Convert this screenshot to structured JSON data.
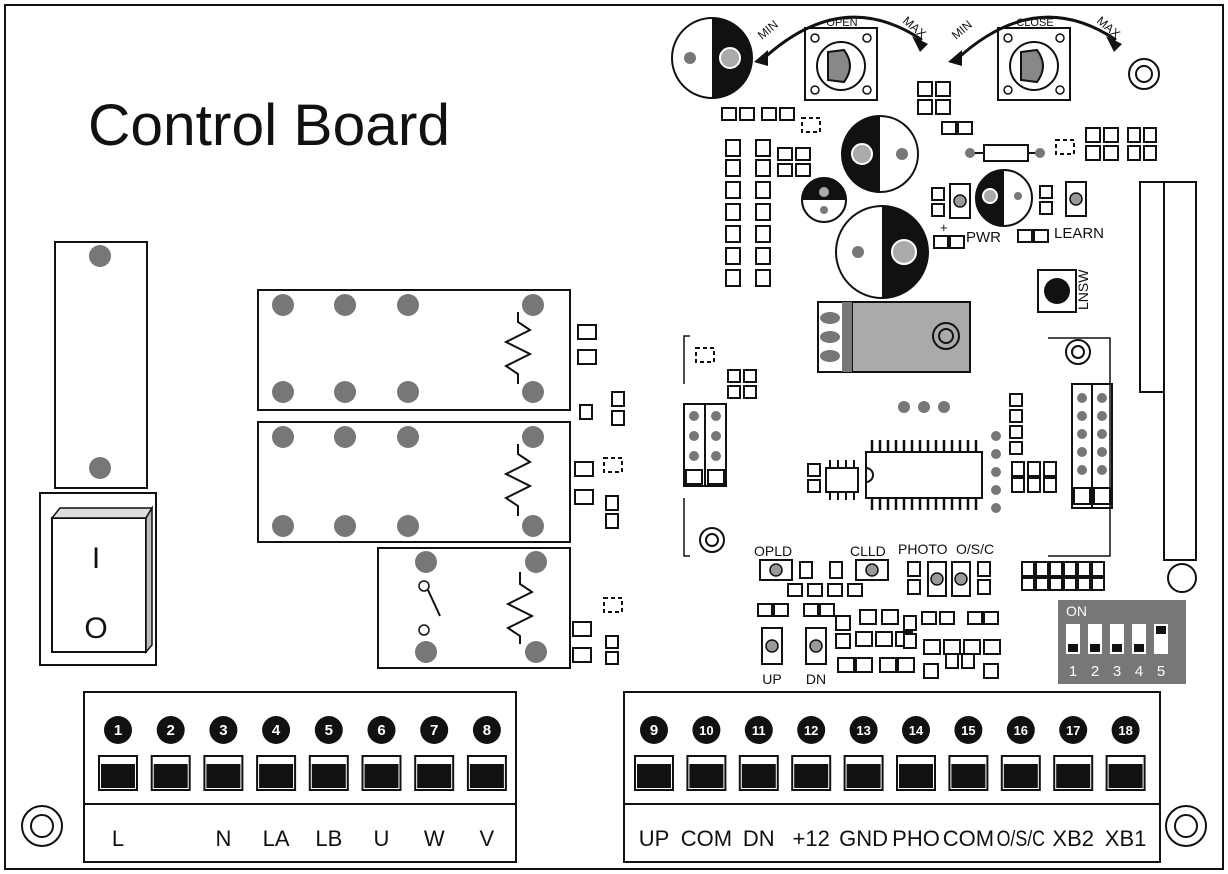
{
  "title": "Control Board",
  "switch": {
    "on_label": "I",
    "off_label": "O"
  },
  "pots": [
    {
      "label": "OPEN",
      "min": "MIN",
      "max": "MAX"
    },
    {
      "label": "CLOSE",
      "min": "MIN",
      "max": "MAX"
    }
  ],
  "labels": {
    "pwr": "PWR",
    "learn": "LEARN",
    "lnsw": "LNSW",
    "opld": "OPLD",
    "clld": "CLLD",
    "photo": "PHOTO",
    "osc": "O/S/C",
    "up": "UP",
    "dn": "DN"
  },
  "dip_switch": {
    "label": "ON",
    "switches": [
      {
        "number": "1",
        "on": false
      },
      {
        "number": "2",
        "on": false
      },
      {
        "number": "3",
        "on": false
      },
      {
        "number": "4",
        "on": false
      },
      {
        "number": "5",
        "on": true
      }
    ]
  },
  "terminals_left": [
    {
      "number": "1",
      "label": "L"
    },
    {
      "number": "2",
      "label": ""
    },
    {
      "number": "3",
      "label": "N"
    },
    {
      "number": "4",
      "label": "LA"
    },
    {
      "number": "5",
      "label": "LB"
    },
    {
      "number": "6",
      "label": "U"
    },
    {
      "number": "7",
      "label": "W"
    },
    {
      "number": "8",
      "label": "V"
    }
  ],
  "terminals_right": [
    {
      "number": "9",
      "label": "UP"
    },
    {
      "number": "10",
      "label": "COM"
    },
    {
      "number": "11",
      "label": "DN"
    },
    {
      "number": "12",
      "label": "+12"
    },
    {
      "number": "13",
      "label": "GND"
    },
    {
      "number": "14",
      "label": "PHO"
    },
    {
      "number": "15",
      "label": "COM"
    },
    {
      "number": "16",
      "label": "O/S/C"
    },
    {
      "number": "17",
      "label": "XB2"
    },
    {
      "number": "18",
      "label": "XB1"
    }
  ]
}
